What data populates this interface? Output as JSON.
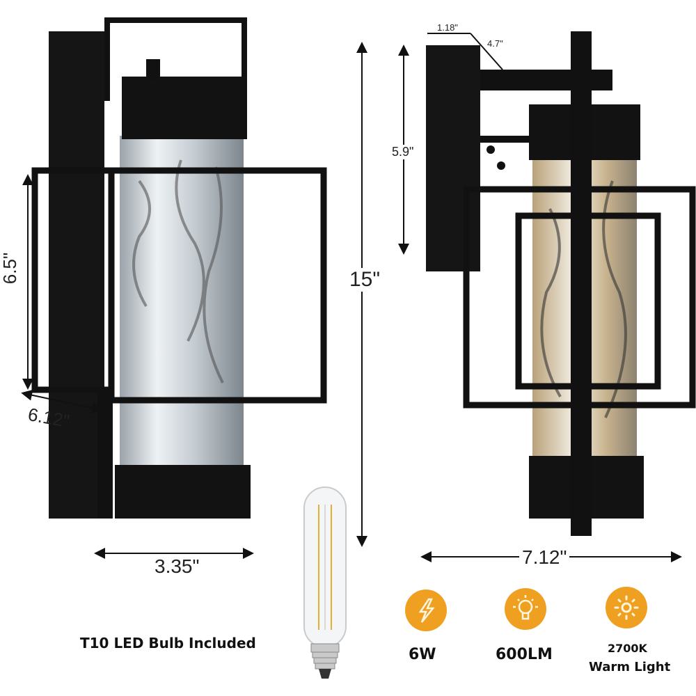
{
  "dimensions": {
    "left_height": "6.5\"",
    "left_depth": "6.12\"",
    "left_width": "3.35\"",
    "total_height": "15\"",
    "backplate_width": "1.18\"",
    "arm_length": "4.7\"",
    "upper_height": "5.9\"",
    "right_width": "7.12\""
  },
  "bulb_caption": "T10 LED Bulb Included",
  "features": [
    {
      "icon": "lightning-icon",
      "label": "6W"
    },
    {
      "icon": "lightbulb-icon",
      "label": "600LM"
    },
    {
      "icon": "sun-icon",
      "label": "2700K",
      "sublabel": "Warm Light"
    }
  ],
  "colors": {
    "accent": "#F0A020",
    "frame": "#111111",
    "glass": "#cfd6dc"
  }
}
